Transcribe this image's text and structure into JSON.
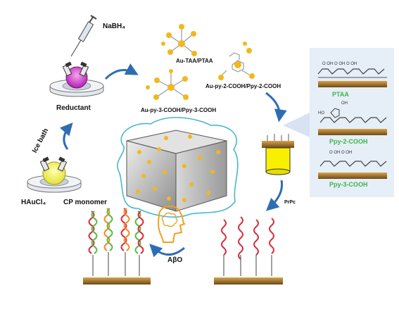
{
  "labels": {
    "nabh4": "NaBH₄",
    "reductant": "Reductant",
    "ice_bath": "Ice bath",
    "haucl4": "HAuCl₄",
    "cp_monomer": "CP monomer",
    "au_taa": "Au-TAA/PTAA",
    "au_py2": "Au-py-2-COOH/Ppy-2-COOH",
    "au_py3": "Au-py-3-COOH/Ppy-3-COOH",
    "prpc": "PrPc",
    "abeta": "AβO"
  },
  "polymer_panel": {
    "ptaa": "PTAA",
    "ppy2": "Ppy-2-COOH",
    "ppy3": "Ppy-3-COOH"
  },
  "colors": {
    "arrow_blue": "#2e6db4",
    "panel_bg": "#e6eef8",
    "gold": "#f2b81c",
    "dna_red": "#d62b3a",
    "dna_orange": "#f08a24",
    "dna_green": "#58b947",
    "label_green": "#3cb54a"
  }
}
